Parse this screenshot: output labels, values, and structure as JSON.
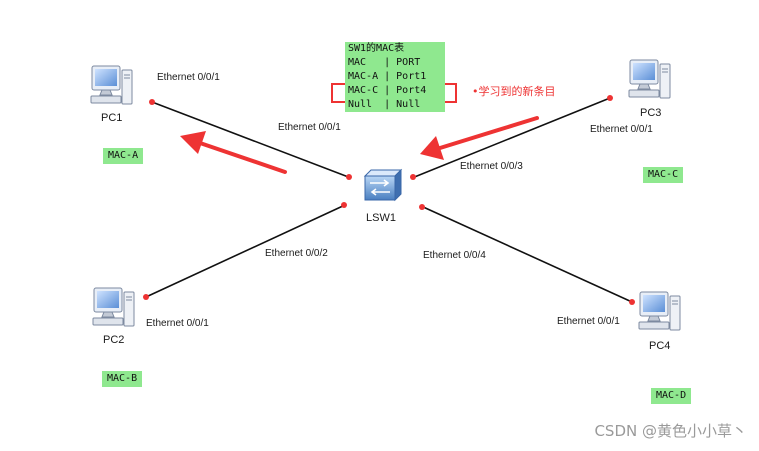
{
  "devices": {
    "pc1": {
      "name": "PC1",
      "mac": "MAC-A",
      "port": "Ethernet 0/0/1"
    },
    "pc2": {
      "name": "PC2",
      "mac": "MAC-B",
      "port": "Ethernet 0/0/1"
    },
    "pc3": {
      "name": "PC3",
      "mac": "MAC-C",
      "port": "Ethernet 0/0/1"
    },
    "pc4": {
      "name": "PC4",
      "mac": "MAC-D",
      "port": "Ethernet 0/0/1"
    },
    "switch": {
      "name": "LSW1",
      "ports": [
        "Ethernet 0/0/1",
        "Ethernet 0/0/2",
        "Ethernet 0/0/3",
        "Ethernet 0/0/4"
      ]
    }
  },
  "mac_table": {
    "title": "SW1的MAC表",
    "rows": [
      "MAC   | PORT",
      "MAC-A | Port1",
      "MAC-C | Port4",
      "Null  | Null"
    ]
  },
  "annotation": "•学习到的新条目",
  "watermark": "CSDN @黄色小小草丶",
  "colors": {
    "accent": "#ee3333",
    "mac_label_bg": "#8fe88f",
    "link": "#111111"
  }
}
